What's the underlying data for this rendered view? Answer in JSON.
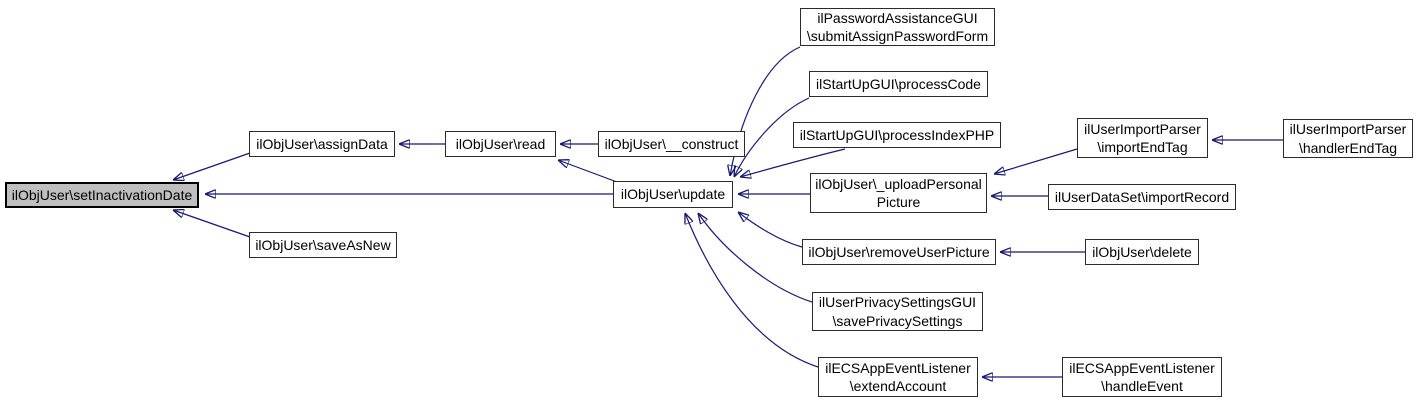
{
  "diagram": {
    "kind": "doxygen-caller-graph",
    "edge_color": "#191970",
    "node_fill": "#ffffff",
    "node_border_color": "#2b2b2b",
    "highlight_fill": "#bfbfbf",
    "text_color": "#000000"
  },
  "nodes": [
    {
      "id": "setInactivationDate",
      "label": "ilObjUser\\setInactivationDate",
      "highlighted": true
    },
    {
      "id": "assignData",
      "label": "ilObjUser\\assignData"
    },
    {
      "id": "read",
      "label": "ilObjUser\\read"
    },
    {
      "id": "construct",
      "label": "ilObjUser\\__construct"
    },
    {
      "id": "saveAsNew",
      "label": "ilObjUser\\saveAsNew"
    },
    {
      "id": "update",
      "label": "ilObjUser\\update"
    },
    {
      "id": "submitAssignPasswordForm",
      "label": "ilPasswordAssistanceGUI\n\\submitAssignPasswordForm"
    },
    {
      "id": "processCode",
      "label": "ilStartUpGUI\\processCode"
    },
    {
      "id": "processIndexPHP",
      "label": "ilStartUpGUI\\processIndexPHP"
    },
    {
      "id": "uploadPersonalPicture",
      "label": "ilObjUser\\_uploadPersonal\nPicture"
    },
    {
      "id": "removeUserPicture",
      "label": "ilObjUser\\removeUserPicture"
    },
    {
      "id": "savePrivacySettings",
      "label": "ilUserPrivacySettingsGUI\n\\savePrivacySettings"
    },
    {
      "id": "extendAccount",
      "label": "ilECSAppEventListener\n\\extendAccount"
    },
    {
      "id": "importEndTag",
      "label": "ilUserImportParser\n\\importEndTag"
    },
    {
      "id": "handlerEndTag",
      "label": "ilUserImportParser\n\\handlerEndTag"
    },
    {
      "id": "importRecord",
      "label": "ilUserDataSet\\importRecord"
    },
    {
      "id": "delete",
      "label": "ilObjUser\\delete"
    },
    {
      "id": "handleEvent",
      "label": "ilECSAppEventListener\n\\handleEvent"
    }
  ],
  "edges": [
    {
      "from": "ilObjUser\\assignData",
      "to": "ilObjUser\\setInactivationDate"
    },
    {
      "from": "ilObjUser\\update",
      "to": "ilObjUser\\setInactivationDate"
    },
    {
      "from": "ilObjUser\\saveAsNew",
      "to": "ilObjUser\\setInactivationDate"
    },
    {
      "from": "ilObjUser\\read",
      "to": "ilObjUser\\assignData"
    },
    {
      "from": "ilObjUser\\__construct",
      "to": "ilObjUser\\read"
    },
    {
      "from": "ilObjUser\\update",
      "to": "ilObjUser\\read"
    },
    {
      "from": "ilPasswordAssistanceGUI\\submitAssignPasswordForm",
      "to": "ilObjUser\\update"
    },
    {
      "from": "ilStartUpGUI\\processCode",
      "to": "ilObjUser\\update"
    },
    {
      "from": "ilStartUpGUI\\processIndexPHP",
      "to": "ilObjUser\\update"
    },
    {
      "from": "ilObjUser\\_uploadPersonalPicture",
      "to": "ilObjUser\\update"
    },
    {
      "from": "ilObjUser\\removeUserPicture",
      "to": "ilObjUser\\update"
    },
    {
      "from": "ilUserPrivacySettingsGUI\\savePrivacySettings",
      "to": "ilObjUser\\update"
    },
    {
      "from": "ilECSAppEventListener\\extendAccount",
      "to": "ilObjUser\\update"
    },
    {
      "from": "ilUserImportParser\\importEndTag",
      "to": "ilObjUser\\_uploadPersonalPicture"
    },
    {
      "from": "ilUserDataSet\\importRecord",
      "to": "ilObjUser\\_uploadPersonalPicture"
    },
    {
      "from": "ilUserImportParser\\handlerEndTag",
      "to": "ilUserImportParser\\importEndTag"
    },
    {
      "from": "ilObjUser\\delete",
      "to": "ilObjUser\\removeUserPicture"
    },
    {
      "from": "ilECSAppEventListener\\handleEvent",
      "to": "ilECSAppEventListener\\extendAccount"
    }
  ]
}
